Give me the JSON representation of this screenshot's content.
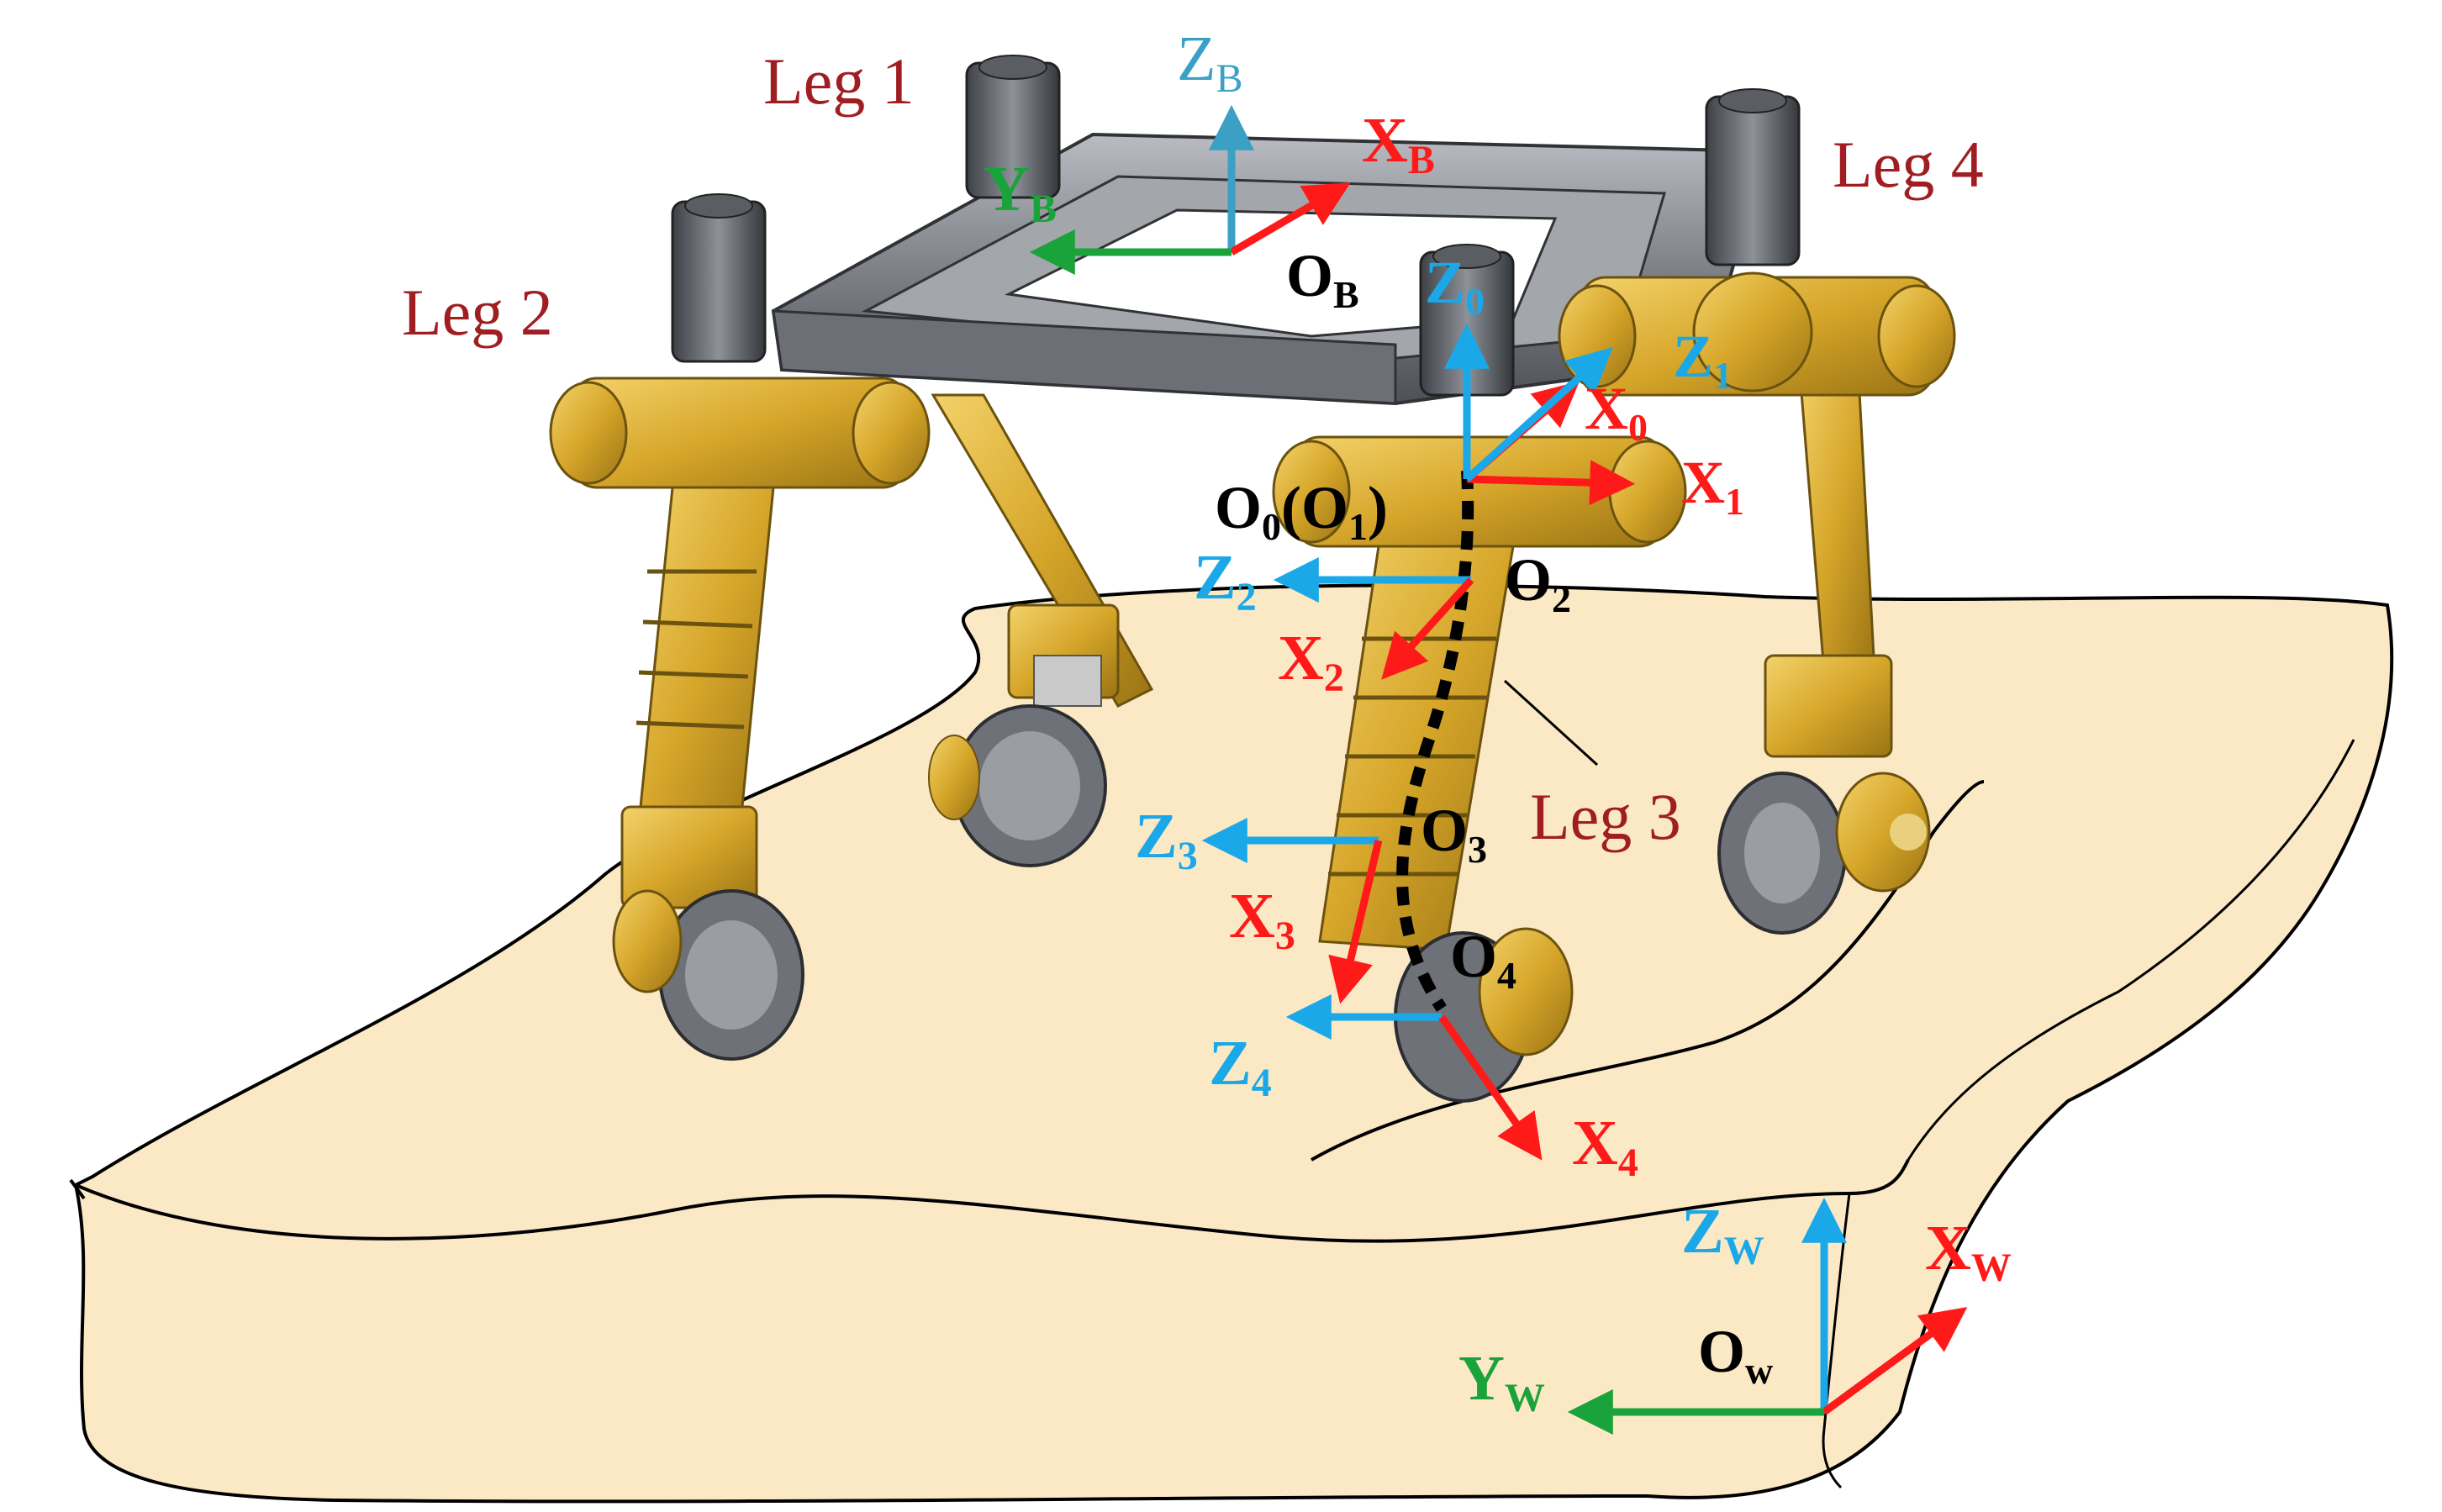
{
  "colors": {
    "terrain": "#fbe9c6",
    "leg_label": "#a01e22",
    "x_axis": "#ff1a1a",
    "y_axis": "#1aa33a",
    "z_axis": "#1aa8e8",
    "origin": "#000000",
    "gold": "#d6a62a",
    "frame_gray": "#8a8d93"
  },
  "legs": {
    "leg1": "Leg 1",
    "leg2": "Leg 2",
    "leg3": "Leg 3",
    "leg4": "Leg 4"
  },
  "frames": {
    "body": {
      "z": "Z",
      "z_sub": "B",
      "x": "X",
      "x_sub": "B",
      "y": "Y",
      "y_sub": "B",
      "origin": "O",
      "origin_sub": "B"
    },
    "f0": {
      "z": "Z",
      "z_sub": "0",
      "x": "X",
      "x_sub": "0"
    },
    "f1": {
      "z": "Z",
      "z_sub": "1",
      "x": "X",
      "x_sub": "1"
    },
    "f01_origin": {
      "o": "O",
      "s0": "0",
      "paren": "(O",
      "s1": "1",
      "close": ")"
    },
    "f2": {
      "z": "Z",
      "z_sub": "2",
      "x": "X",
      "x_sub": "2",
      "origin": "O",
      "origin_sub": "2"
    },
    "f3": {
      "z": "Z",
      "z_sub": "3",
      "x": "X",
      "x_sub": "3",
      "origin": "O",
      "origin_sub": "3"
    },
    "f4": {
      "z": "Z",
      "z_sub": "4",
      "x": "X",
      "x_sub": "4",
      "origin": "O",
      "origin_sub": "4"
    },
    "world": {
      "z": "Z",
      "z_sub": "W",
      "x": "X",
      "x_sub": "W",
      "y": "Y",
      "y_sub": "W",
      "origin": "O",
      "origin_sub": "w"
    }
  }
}
